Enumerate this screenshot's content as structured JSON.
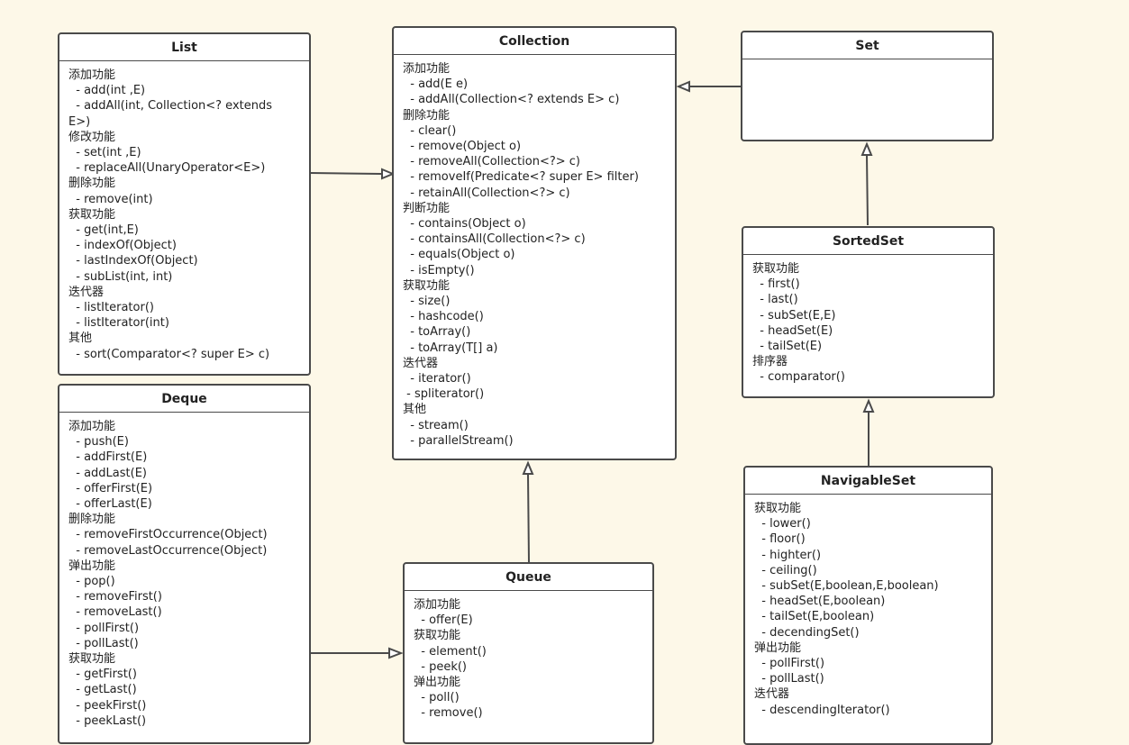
{
  "colors": {
    "background": "#fdf8e8",
    "box_fill": "#ffffff",
    "border": "#4a4a4a"
  },
  "boxes": {
    "collection": {
      "title": "Collection",
      "lines": [
        "添加功能",
        "  - add(E e)",
        "  - addAll(Collection<? extends E> c)",
        "删除功能",
        "  - clear()",
        "  - remove(Object o)",
        "  - removeAll(Collection<?> c)",
        "  - removeIf(Predicate<? super E> filter)",
        "  - retainAll(Collection<?> c)",
        "判断功能",
        "  - contains(Object o)",
        "  - containsAll(Collection<?> c)",
        "  - equals(Object o)",
        "  - isEmpty()",
        "获取功能",
        "  - size()",
        "  - hashcode()",
        "  - toArray()",
        "  - toArray(T[] a)",
        "迭代器",
        "  - iterator()",
        " - spliterator()",
        "其他",
        "  - stream()",
        "  - parallelStream()"
      ]
    },
    "list": {
      "title": "List",
      "lines": [
        "添加功能",
        "  - add(int ,E)",
        "  - addAll(int, Collection<? extends",
        "E>)",
        "修改功能",
        "  - set(int ,E)",
        "  - replaceAll(UnaryOperator<E>)",
        "删除功能",
        "  - remove(int)",
        "获取功能",
        "  - get(int,E)",
        "  - indexOf(Object)",
        "  - lastIndexOf(Object)",
        "  - subList(int, int)",
        "迭代器",
        "  - listIterator()",
        "  - listIterator(int)",
        "其他",
        "  - sort(Comparator<? super E> c)"
      ]
    },
    "set": {
      "title": "Set",
      "lines": []
    },
    "sortedset": {
      "title": "SortedSet",
      "lines": [
        "获取功能",
        "  - first()",
        "  - last()",
        "  - subSet(E,E)",
        "  - headSet(E)",
        "  - tailSet(E)",
        "排序器",
        "  - comparator()"
      ]
    },
    "navigableset": {
      "title": "NavigableSet",
      "lines": [
        "获取功能",
        "  - lower()",
        "  - floor()",
        "  - highter()",
        "  - ceiling()",
        "  - subSet(E,boolean,E,boolean)",
        "  - headSet(E,boolean)",
        "  - tailSet(E,boolean)",
        "  - decendingSet()",
        "弹出功能",
        "  - pollFirst()",
        "  - pollLast()",
        "迭代器",
        "  - descendingIterator()"
      ]
    },
    "deque": {
      "title": "Deque",
      "lines": [
        "添加功能",
        "  - push(E)",
        "  - addFirst(E)",
        "  - addLast(E)",
        "  - offerFirst(E)",
        "  - offerLast(E)",
        "删除功能",
        "  - removeFirstOccurrence(Object)",
        "  - removeLastOccurrence(Object)",
        "弹出功能",
        "  - pop()",
        "  - removeFirst()",
        "  - removeLast()",
        "  - pollFirst()",
        "  - pollLast()",
        "获取功能",
        "  - getFirst()",
        "  - getLast()",
        "  - peekFirst()",
        "  - peekLast()"
      ]
    },
    "queue": {
      "title": "Queue",
      "lines": [
        "添加功能",
        "  - offer(E)",
        "获取功能",
        "  - element()",
        "  - peek()",
        "弹出功能",
        "  - poll()",
        "  - remove()"
      ]
    }
  }
}
